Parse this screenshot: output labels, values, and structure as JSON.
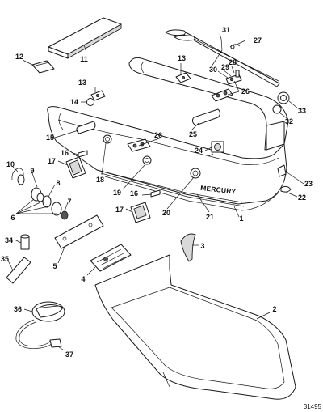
{
  "brand_label": "MERCURY",
  "document_number": "31495",
  "callouts": [
    "1",
    "2",
    "3",
    "4",
    "5",
    "6",
    "7",
    "8",
    "9",
    "10",
    "11",
    "12",
    "13",
    "13",
    "14",
    "15",
    "16",
    "16",
    "17",
    "17",
    "18",
    "19",
    "20",
    "21",
    "22",
    "23",
    "24",
    "25",
    "26",
    "26",
    "27",
    "28",
    "29",
    "30",
    "31",
    "32",
    "33",
    "34",
    "35",
    "36",
    "37"
  ]
}
